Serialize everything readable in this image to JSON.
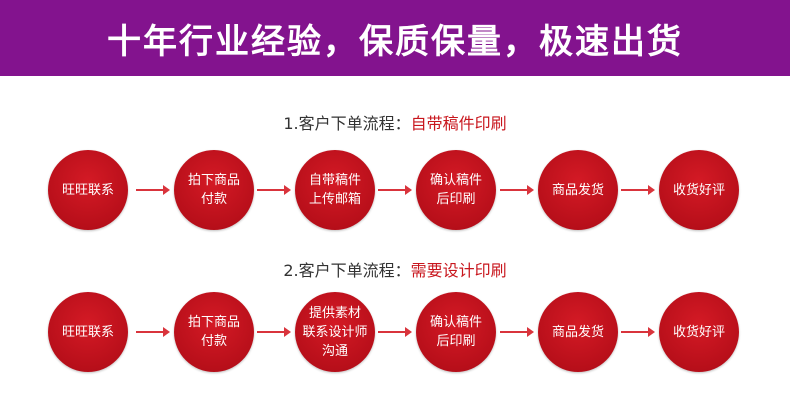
{
  "banner": {
    "title": "十年行业经验，保质保量，极速出货",
    "color": "#83138e"
  },
  "processes": [
    {
      "prefix": "1.客户下单流程：",
      "highlight": "自带稿件印刷",
      "steps": [
        {
          "lines": [
            "旺旺联系"
          ]
        },
        {
          "lines": [
            "拍下商品",
            "付款"
          ]
        },
        {
          "lines": [
            "自带稿件",
            "上传邮箱"
          ]
        },
        {
          "lines": [
            "确认稿件",
            "后印刷"
          ]
        },
        {
          "lines": [
            "商品发货"
          ]
        },
        {
          "lines": [
            "收货好评"
          ]
        }
      ]
    },
    {
      "prefix": "2.客户下单流程：",
      "highlight": "需要设计印刷",
      "steps": [
        {
          "lines": [
            "旺旺联系"
          ]
        },
        {
          "lines": [
            "拍下商品",
            "付款"
          ]
        },
        {
          "lines": [
            "提供素材",
            "联系设计师",
            "沟通"
          ]
        },
        {
          "lines": [
            "确认稿件",
            "后印刷"
          ]
        },
        {
          "lines": [
            "商品发货"
          ]
        },
        {
          "lines": [
            "收货好评"
          ]
        }
      ]
    }
  ],
  "colors": {
    "step_red": "#c8161d",
    "highlight_red": "#c8161d",
    "arrow_red": "#d9343c"
  }
}
